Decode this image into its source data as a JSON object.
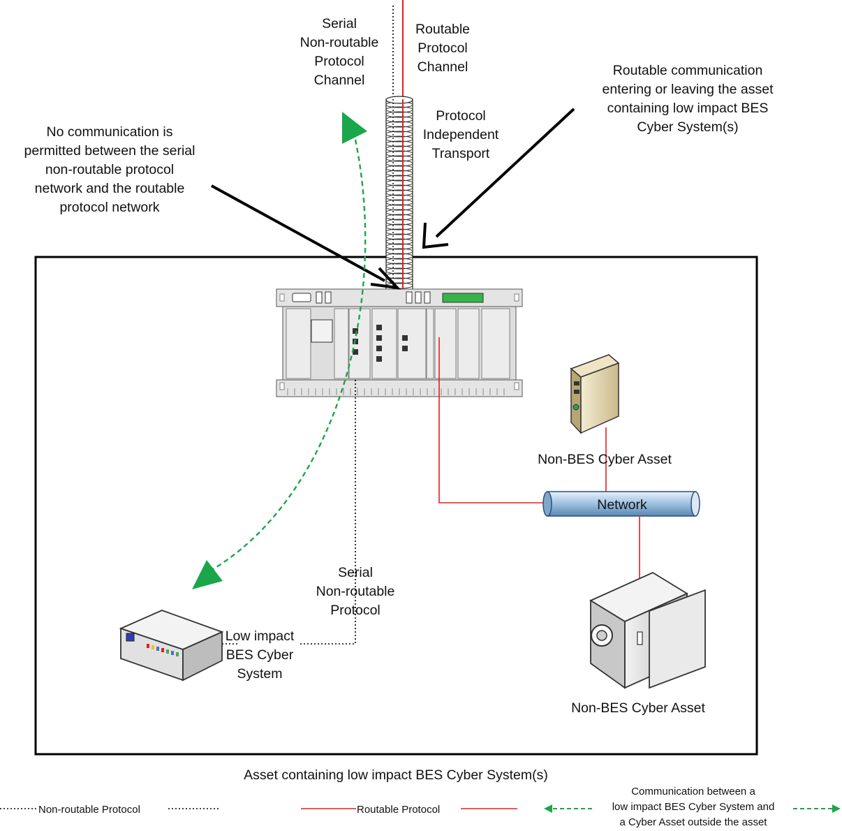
{
  "labels": {
    "serial_channel": [
      "Serial",
      "Non-routable",
      "Protocol",
      "Channel"
    ],
    "routable_channel": [
      "Routable",
      "Protocol",
      "Channel"
    ],
    "transport": [
      "Protocol",
      "Independent",
      "Transport"
    ],
    "no_comm": [
      "No communication is",
      "permitted between the serial",
      "non-routable protocol",
      "network and the routable",
      "protocol network"
    ],
    "routable_comm": [
      "Routable communication",
      "entering or leaving the asset",
      "containing low impact BES",
      "Cyber System(s)"
    ],
    "non_bes_server": "Non-BES Cyber Asset",
    "network": "Network",
    "non_bes_camera": "Non-BES Cyber Asset",
    "serial_protocol": [
      "Serial",
      "Non-routable",
      "Protocol"
    ],
    "low_impact": [
      "Low impact",
      "BES Cyber",
      "System"
    ],
    "asset_caption": "Asset containing low impact BES Cyber System(s)"
  },
  "legend": {
    "non_routable": "Non-routable Protocol",
    "routable": "Routable Protocol",
    "communication": [
      "Communication between a",
      "low impact BES Cyber System and",
      "a Cyber Asset outside the asset"
    ]
  },
  "colors": {
    "routable": "#e02020",
    "comm_arrow": "#1aa64a",
    "network_pipe": "#9dc0e0"
  }
}
